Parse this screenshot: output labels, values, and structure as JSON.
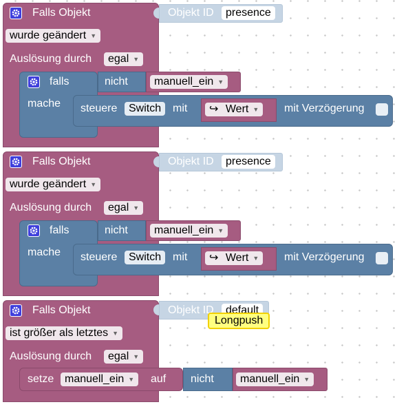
{
  "blocks": [
    {
      "event_label": "Falls Objekt",
      "object_id_label": "Objekt ID",
      "object_id_value": "presence",
      "condition_value": "wurde geändert",
      "trigger_label": "Auslösung durch",
      "trigger_value": "egal",
      "if_label": "falls",
      "do_label": "mache",
      "not_label": "nicht",
      "variable_value": "manuell_ein",
      "control_label": "steuere",
      "control_target": "Switch",
      "with_label": "mit",
      "value_label": "Wert",
      "value_arrow_icon": "↪",
      "delay_label": "mit Verzögerung"
    },
    {
      "event_label": "Falls Objekt",
      "object_id_label": "Objekt ID",
      "object_id_value": "presence",
      "condition_value": "wurde geändert",
      "trigger_label": "Auslösung durch",
      "trigger_value": "egal",
      "if_label": "falls",
      "do_label": "mache",
      "not_label": "nicht",
      "variable_value": "manuell_ein",
      "control_label": "steuere",
      "control_target": "Switch",
      "with_label": "mit",
      "value_label": "Wert",
      "value_arrow_icon": "↪",
      "delay_label": "mit Verzögerung"
    },
    {
      "event_label": "Falls Objekt",
      "object_id_label": "Objekt ID",
      "object_id_value": "default",
      "condition_value": "ist größer als letztes",
      "trigger_label": "Auslösung durch",
      "trigger_value": "egal",
      "set_label": "setze",
      "set_variable": "manuell_ein",
      "on_label": "auf",
      "not_label": "nicht",
      "variable_value": "manuell_ein"
    }
  ],
  "tooltip": "Longpush",
  "colors": {
    "event": "#a65c81",
    "logic": "#5b80a5",
    "object": "#c6d5e4",
    "gear": "#3f3fdc",
    "tooltip": "#ffff80"
  }
}
